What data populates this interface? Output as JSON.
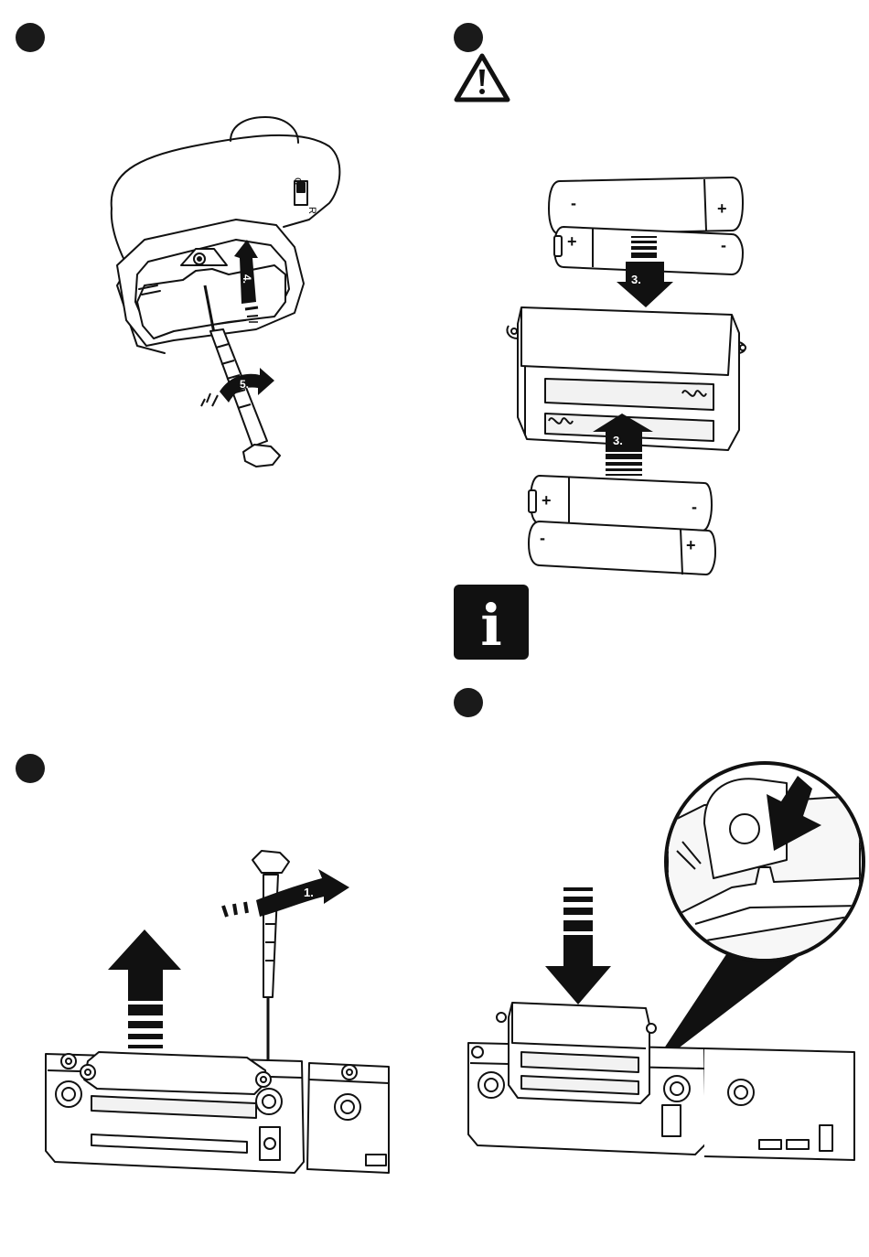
{
  "colors": {
    "ink": "#111111",
    "paper": "#ffffff",
    "shade": "#f2f2f2"
  },
  "panels": [
    {
      "id": "screw-tighten",
      "arrows": [
        {
          "label": "4."
        },
        {
          "label": "5."
        }
      ],
      "switch_letters": {
        "top": "O",
        "bottom": "R"
      }
    },
    {
      "id": "battery-insert",
      "icons": [
        "warning-icon"
      ],
      "arrows": [
        {
          "label": "3."
        },
        {
          "label": "3."
        }
      ],
      "polarity": {
        "plus": "+",
        "minus": "-"
      },
      "info_icon": "i"
    },
    {
      "id": "cover-remove",
      "arrows": [
        {
          "label": "1."
        }
      ]
    },
    {
      "id": "pack-insert",
      "icons": [
        "magnifier-callout"
      ]
    }
  ]
}
